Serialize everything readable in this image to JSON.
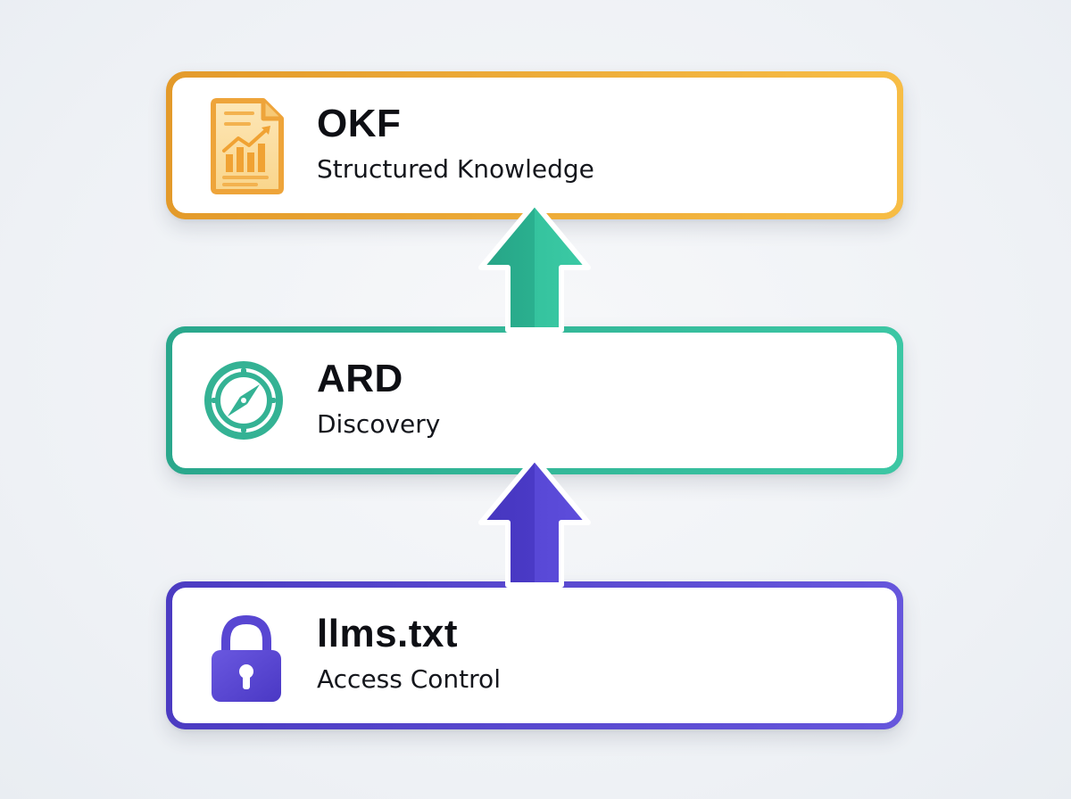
{
  "layers": [
    {
      "title": "OKF",
      "subtitle": "Structured Knowledge",
      "icon": "document-chart-icon",
      "color": "#e9a532"
    },
    {
      "title": "ARD",
      "subtitle": "Discovery",
      "icon": "compass-icon",
      "color": "#2fb597"
    },
    {
      "title": "llms.txt",
      "subtitle": "Access Control",
      "icon": "padlock-icon",
      "color": "#5a49cf"
    }
  ],
  "arrows": [
    {
      "from": "ARD",
      "to": "OKF",
      "color": "#2fb597",
      "icon": "arrow-up-icon"
    },
    {
      "from": "llms.txt",
      "to": "ARD",
      "color": "#5a49cf",
      "icon": "arrow-up-icon"
    }
  ],
  "colors": {
    "background": "#eef1f5",
    "okf": "#e9a532",
    "ard": "#2fb597",
    "llms": "#5a49cf"
  }
}
